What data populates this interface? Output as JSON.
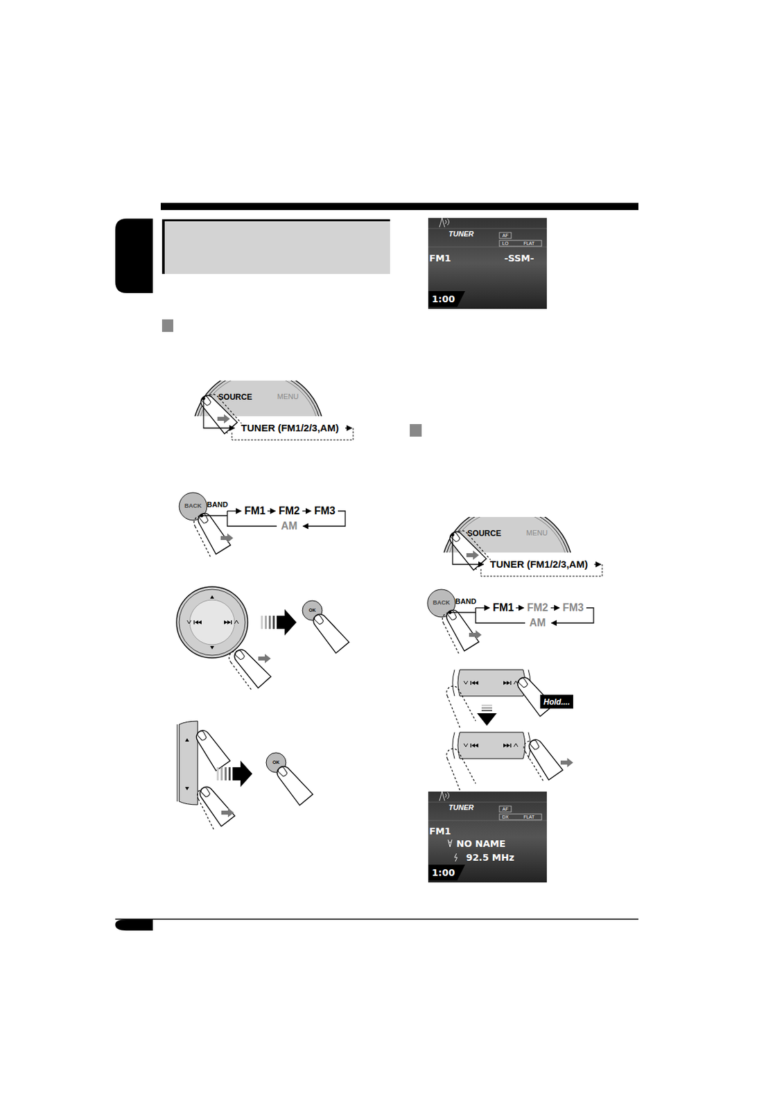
{
  "diagram": {
    "labels": [
      "SOURCE",
      "MENU",
      "TUNER (FM1/2/3,AM)",
      "BACK",
      "BAND",
      "FM1",
      "FM2",
      "FM3",
      "AM",
      "OK",
      "OK",
      "TUNER",
      "AF",
      "LO",
      "FLAT",
      "FM1",
      "-SSM-",
      "1:00",
      "SOURCE",
      "MENU",
      "TUNER (FM1/2/3,AM)",
      "BACK",
      "BAND",
      "FM1",
      "FM2",
      "FM3",
      "AM",
      "Hold....",
      "TUNER",
      "AF",
      "DX",
      "FLAT",
      "FM1",
      "NO NAME",
      "92.5 MHz",
      "1:00"
    ]
  }
}
